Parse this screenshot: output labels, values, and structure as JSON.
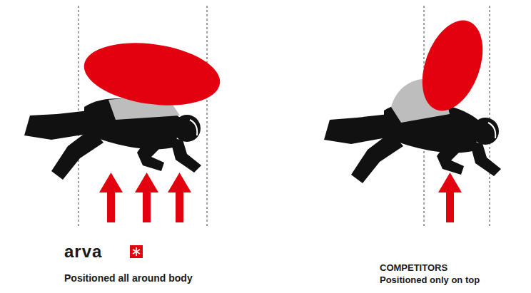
{
  "diagram": {
    "labels": [
      "arva",
      "Positioned all around body",
      "COMPETITORS",
      "Positioned only on top"
    ]
  }
}
